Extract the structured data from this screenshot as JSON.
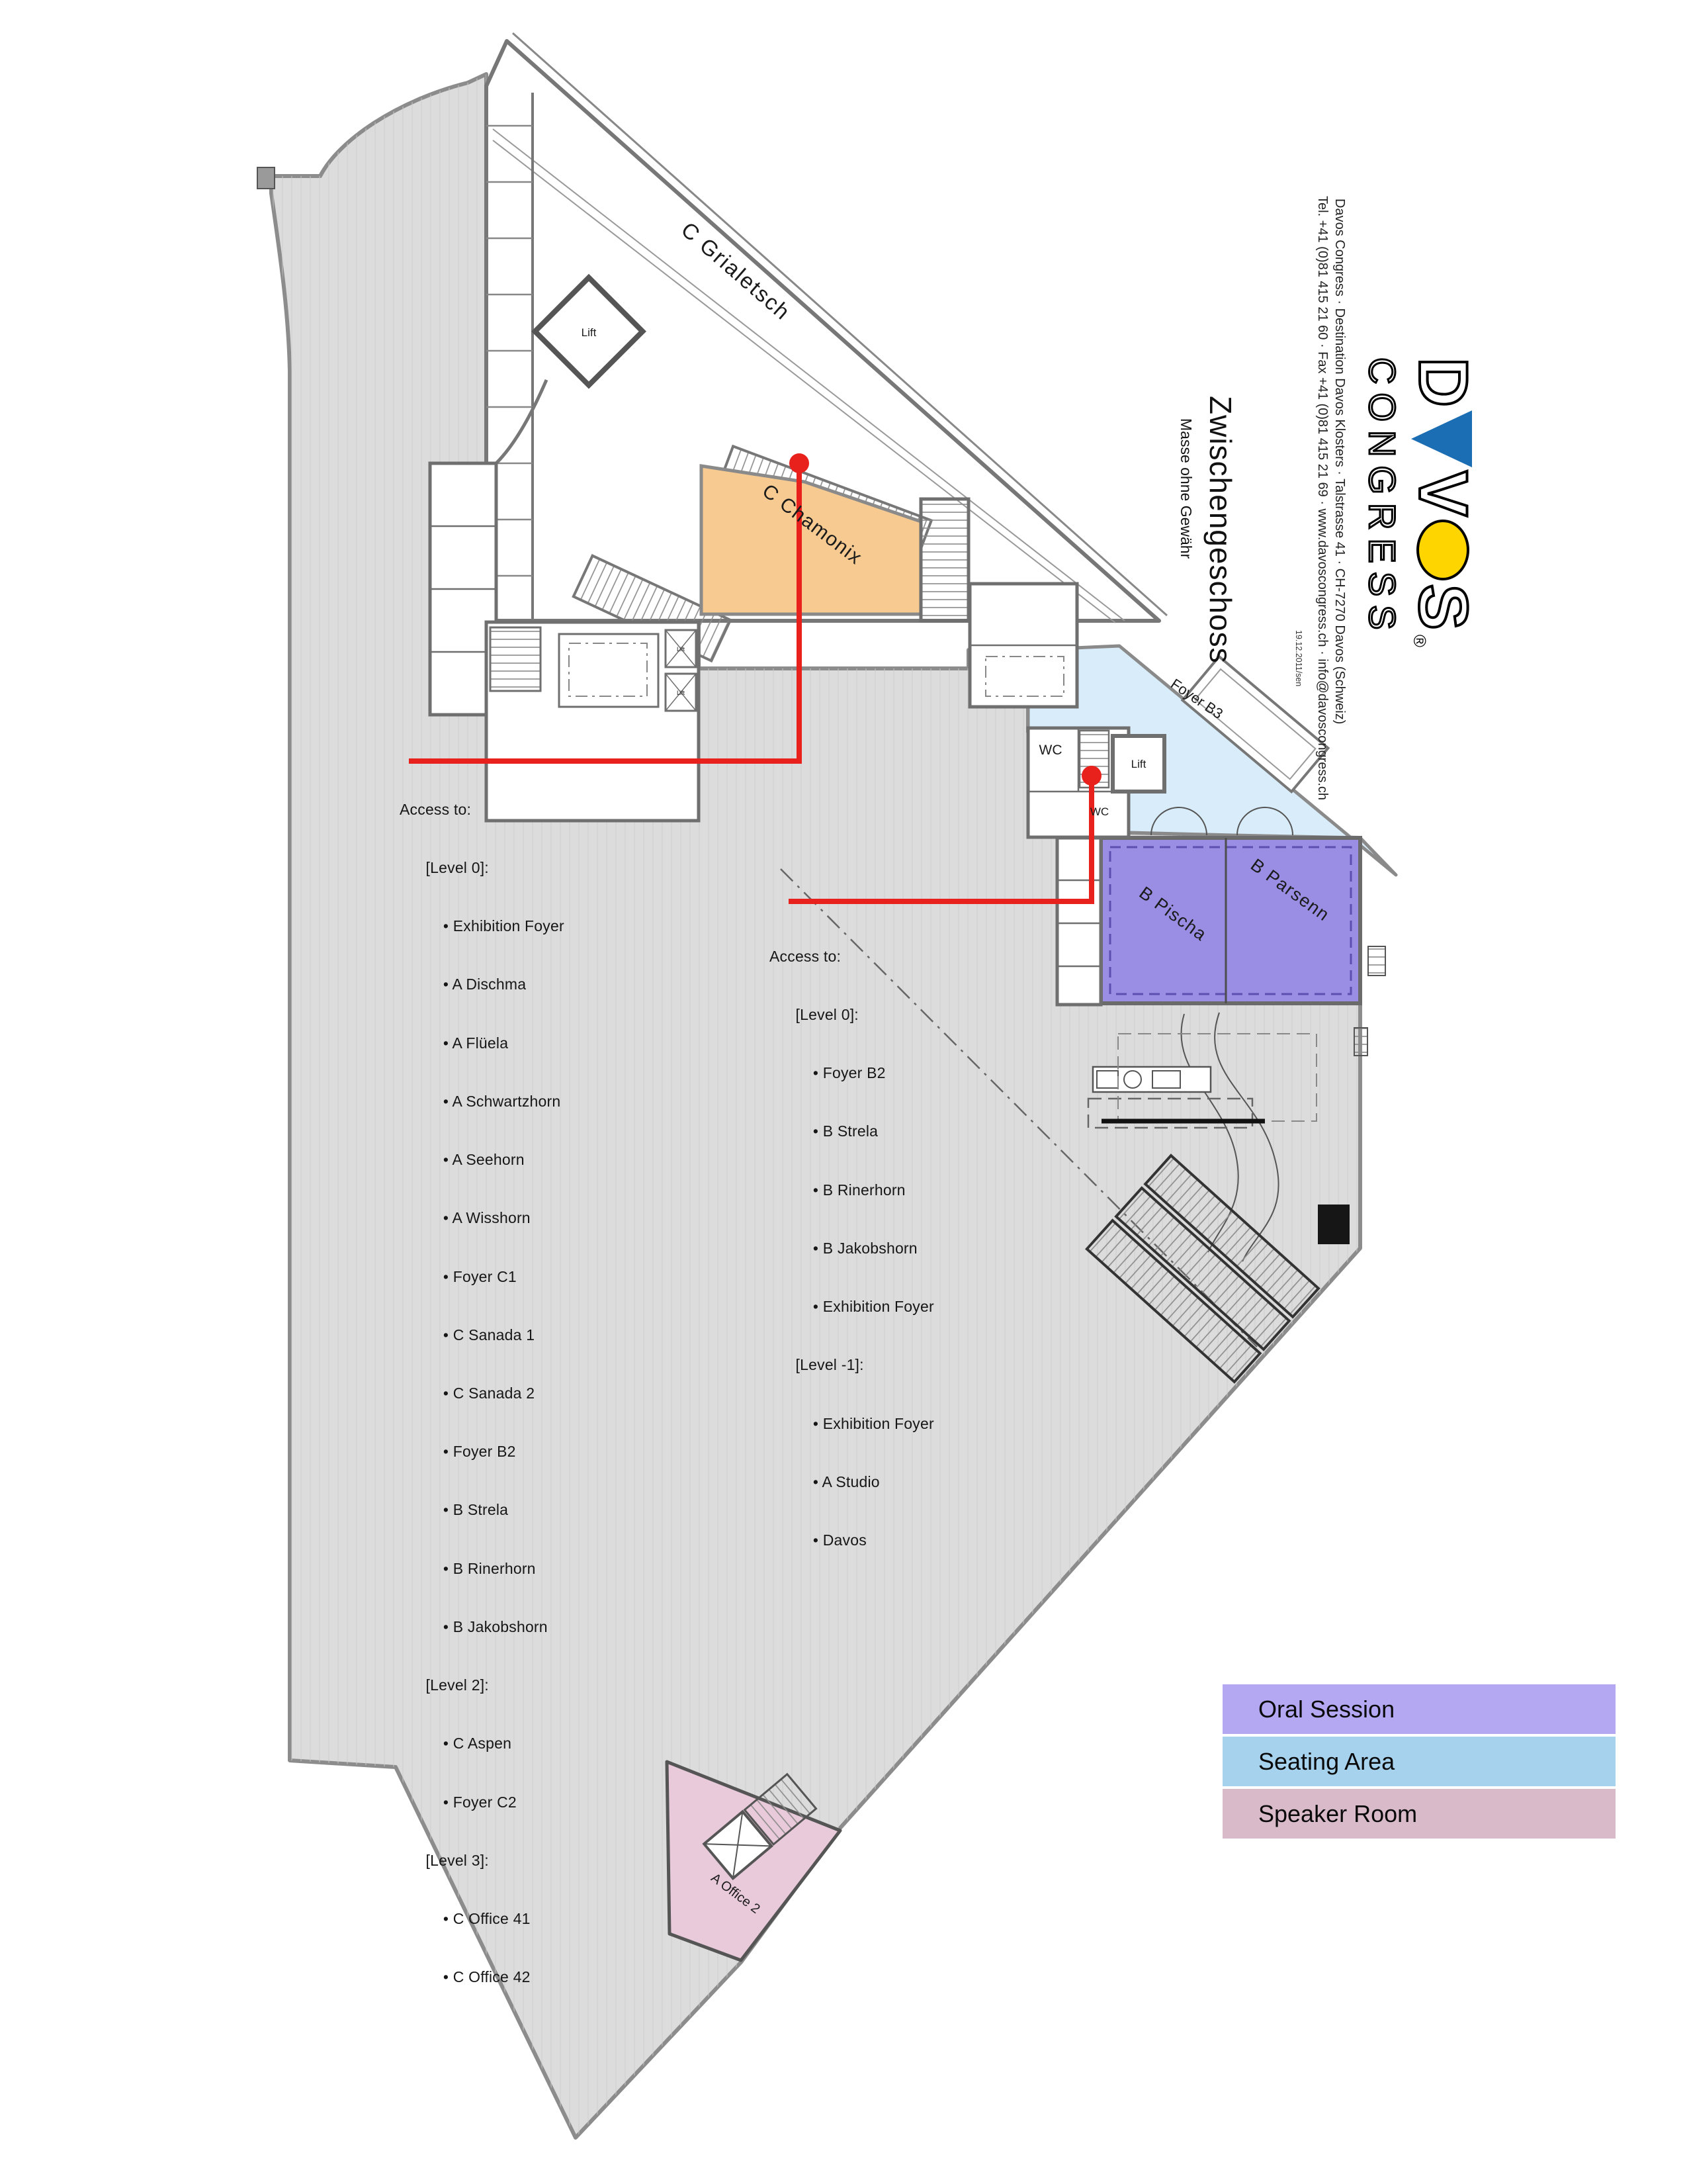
{
  "floor": {
    "title": "Zwischengeschoss",
    "disclaimer": "Masse ohne Gewähr"
  },
  "header": {
    "contact_line_1": "Davos Congress · Destination Davos Klosters  ·  Talstrasse 41 · CH-7270 Davos (Schweiz)",
    "contact_line_2": "Tel. +41 (0)81 415 21 60 · Fax +41 (0)81 415 21 69 · www.davoscongress.ch · info@davoscongress.ch",
    "revision_note": "19.12.2011/sen",
    "logo": {
      "letter_d": "D",
      "letter_v": "V",
      "letter_s": "S",
      "registered": "®",
      "word_sub": "CONGRESS",
      "triangle_color": "#1b6db4",
      "ellipse_color": "#ffd500"
    }
  },
  "rooms": {
    "c_grialetsch": "C Grialetsch",
    "c_chamonix": "C Chamonix",
    "foyer_b3": "Foyer B3",
    "b_pischa": "B Pischa",
    "b_parsenn": "B Parsenn",
    "a_office_2": "A Office 2",
    "wc_upper": "WC",
    "wc_lower": "WC",
    "lift_wedge": "Lift",
    "lift_foyer": "Lift",
    "lift_shaft_1": "Lift",
    "lift_shaft_2": "Lift"
  },
  "access_left": {
    "lines": [
      "Access to:",
      "      [Level 0]:",
      "          • Exhibition Foyer",
      "          • A Dischma",
      "          • A Flüela",
      "          • A Schwartzhorn",
      "          • A Seehorn",
      "          • A Wisshorn",
      "          • Foyer C1",
      "          • C Sanada 1",
      "          • C Sanada 2",
      "          • Foyer B2",
      "          • B Strela",
      "          • B Rinerhorn",
      "          • B Jakobshorn",
      "      [Level 2]:",
      "          • C Aspen",
      "          • Foyer C2",
      "      [Level 3]:",
      "          • C Office 41",
      "          • C Office 42"
    ]
  },
  "access_right": {
    "lines": [
      "Access to:",
      "      [Level 0]:",
      "          • Foyer B2",
      "          • B Strela",
      "          • B Rinerhorn",
      "          • B Jakobshorn",
      "          • Exhibition Foyer",
      "      [Level -1]:",
      "          • Exhibition Foyer",
      "          • A Studio",
      "          • Davos"
    ]
  },
  "legend": {
    "items": [
      {
        "label": "Oral Session",
        "color": "#b5a8f3"
      },
      {
        "label": "Seating Area",
        "color": "#a6d2ee"
      },
      {
        "label": "Speaker Room",
        "color": "#d8bac9"
      }
    ]
  },
  "colors": {
    "hall": "#dcdcdc",
    "oral_session": "#9a8de4",
    "seating_area": "#d9ecf9",
    "speaker_room": "#e9cada",
    "chamonix": "#f6ca90",
    "leader_red": "#e8211c"
  }
}
